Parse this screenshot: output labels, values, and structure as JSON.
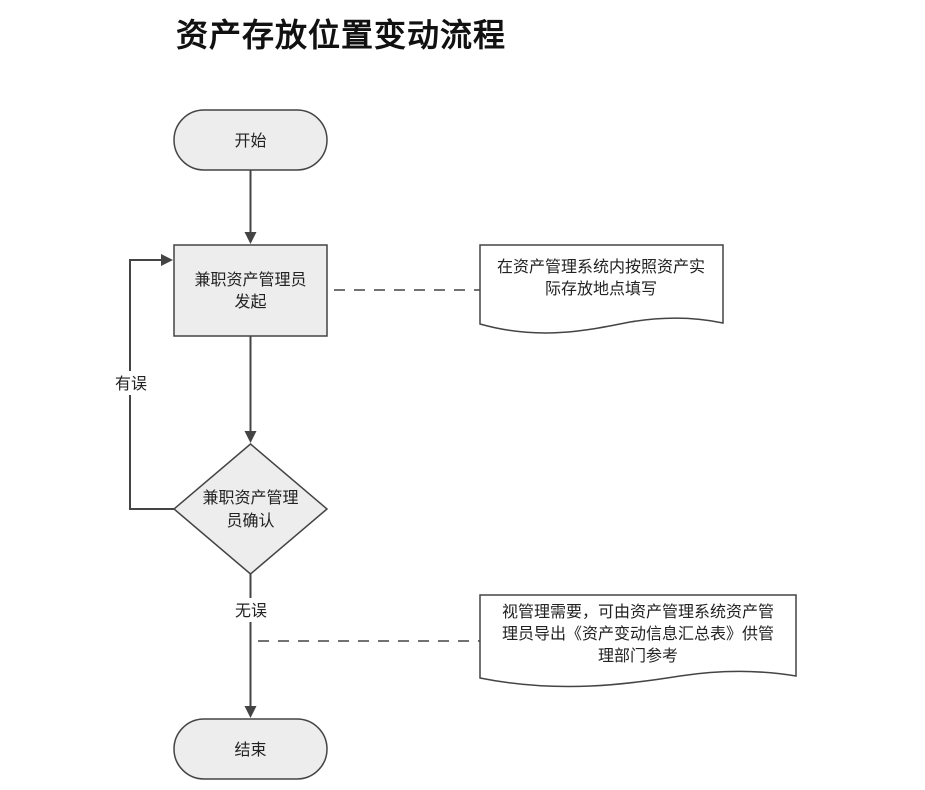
{
  "title": "资产存放位置变动流程",
  "nodes": {
    "start": "开始",
    "initiate": [
      "兼职资产管理员",
      "发起"
    ],
    "confirm": [
      "兼职资产管理",
      "员确认"
    ],
    "end": "结束"
  },
  "notes": {
    "note1": [
      "在资产管理系统内按照资产实",
      "际存放地点填写"
    ],
    "note2": [
      "视管理需要，可由资产管理系统资产管",
      "理员导出《资产变动信息汇总表》供管",
      "理部门参考"
    ]
  },
  "edges": {
    "error": "有误",
    "ok": "无误"
  },
  "colors": {
    "node_fill": "#ededed",
    "stroke": "#444444",
    "text": "#222222"
  }
}
